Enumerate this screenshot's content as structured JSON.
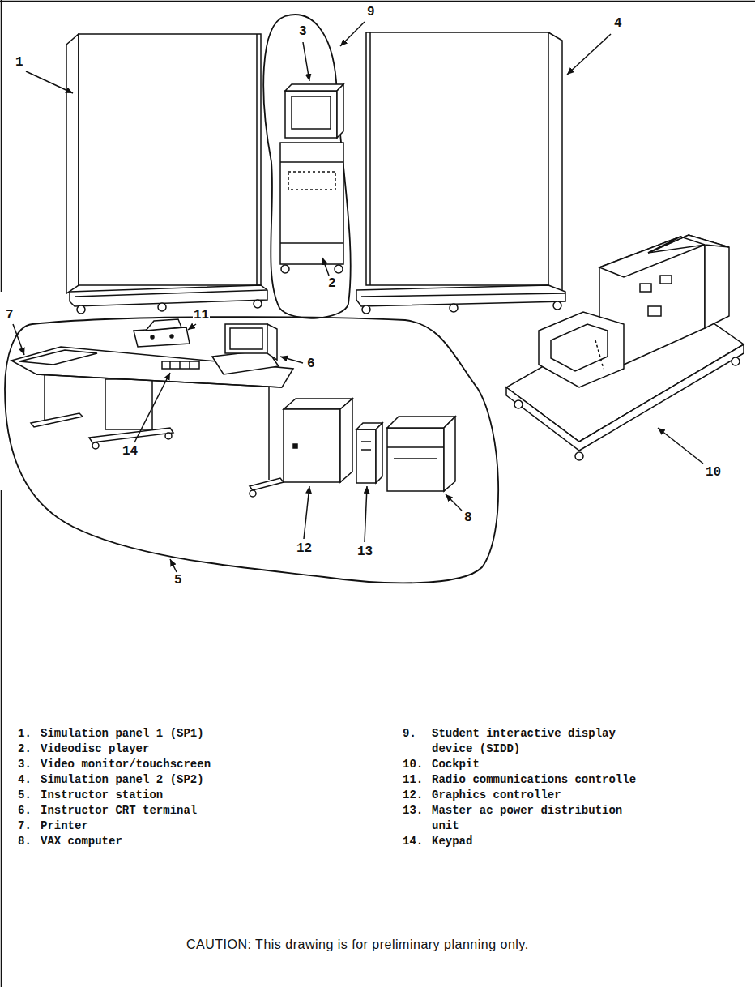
{
  "diagram": {
    "labels": [
      "1",
      "9",
      "3",
      "4",
      "7",
      "11",
      "6",
      "14",
      "2",
      "10",
      "5",
      "12",
      "13",
      "8",
      "1.",
      "Simulation panel 1 (SP1)",
      "2.",
      "Videodisc player",
      "3.",
      "Video monitor/touchscreen",
      "4.",
      "Simulation panel 2 (SP2)",
      "5.",
      "Instructor station",
      "6.",
      "Instructor CRT terminal",
      "7.",
      "Printer",
      "8.",
      "VAX computer",
      "9.",
      "Student interactive display device (SIDD)",
      "10.",
      "Cockpit",
      "11.",
      "Radio communications controlle",
      "12.",
      "Graphics controller",
      "13.",
      "Master ac power distribution unit",
      "14.",
      "Keypad",
      "CAUTION: This drawing is for preliminary planning only."
    ]
  }
}
